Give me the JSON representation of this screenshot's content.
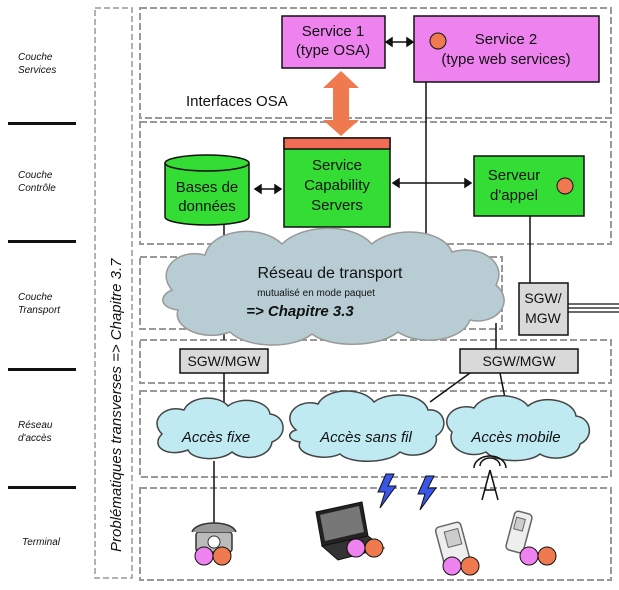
{
  "layers": [
    {
      "line1": "Couche",
      "line2": "Services"
    },
    {
      "line1": "Couche",
      "line2": "Contrôle"
    },
    {
      "line1": "Couche",
      "line2": "Transport"
    },
    {
      "line1": "Réseau",
      "line2": "d'accès"
    },
    {
      "line1": "Terminal",
      "line2": ""
    }
  ],
  "vertical_label": "Problématiques transverses => Chapitre 3.7",
  "services": {
    "service1": {
      "line1": "Service 1",
      "line2": "(type OSA)"
    },
    "service2": {
      "line1": "Service 2",
      "line2": "(type web services)"
    },
    "interfaces": "Interfaces OSA"
  },
  "control": {
    "db": {
      "line1": "Bases de",
      "line2": "données"
    },
    "scs": {
      "line1": "Service",
      "line2": "Capability",
      "line3": "Servers"
    },
    "call_server": {
      "line1": "Serveur",
      "line2": "d'appel"
    }
  },
  "transport": {
    "title": "Réseau de transport",
    "subtitle": "mutualisé en mode paquet",
    "chapter": "=> Chapitre 3.3",
    "sgw_right": {
      "line1": "SGW/",
      "line2": "MGW"
    }
  },
  "gateways": {
    "left": "SGW/MGW",
    "right": "SGW/MGW"
  },
  "access": {
    "fixe": "Accès fixe",
    "sans_fil": "Accès sans fil",
    "mobile": "Accès mobile"
  },
  "colors": {
    "service_fill": "#ee82ee",
    "control_fill": "#33dd33",
    "red_bar": "#f26b55",
    "cloud_fill": "#b7cdd3",
    "access_cloud_fill": "#bfeaf2",
    "gateway_fill": "#d9d9d9",
    "pink_dot": "#ee82ee",
    "orange_dot": "#f07a50"
  }
}
